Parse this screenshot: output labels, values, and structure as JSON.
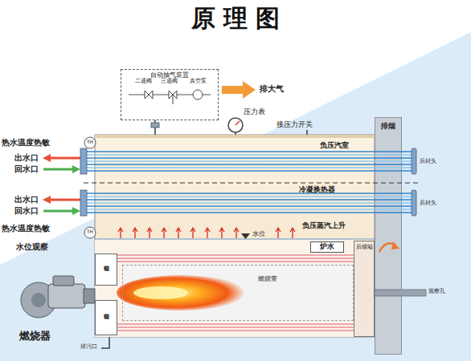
{
  "diagram": {
    "title": "原 理 图",
    "nodes": [
      {
        "text": [
          "自动抽气装置"
        ]
      },
      {
        "text": [
          "排大气"
        ]
      },
      {
        "text": [
          "压力表"
        ]
      },
      {
        "text": [
          "排烟"
        ]
      },
      {
        "text": [
          "炉水"
        ]
      },
      {
        "text": [
          "燃烧室"
        ]
      },
      {
        "text": [
          "前烟箱"
        ]
      },
      {
        "text": [
          "前烟箱"
        ]
      },
      {
        "text": [
          "后烟箱"
        ]
      },
      {
        "text": [
          "燃烧器"
        ]
      }
    ],
    "labels": [
      "二通阀",
      "三通阀",
      "真空泵",
      "接压力开关",
      "热水温度热敏",
      "TH",
      "出水口",
      "回水口",
      "负压汽室",
      "后封头",
      "出水口",
      "回水口",
      "冷凝换热器",
      "后封头",
      "热水温度热敏",
      "TH",
      "负压蒸汽上升",
      "水位",
      "水位观察",
      "观察孔",
      "排污口"
    ]
  }
}
